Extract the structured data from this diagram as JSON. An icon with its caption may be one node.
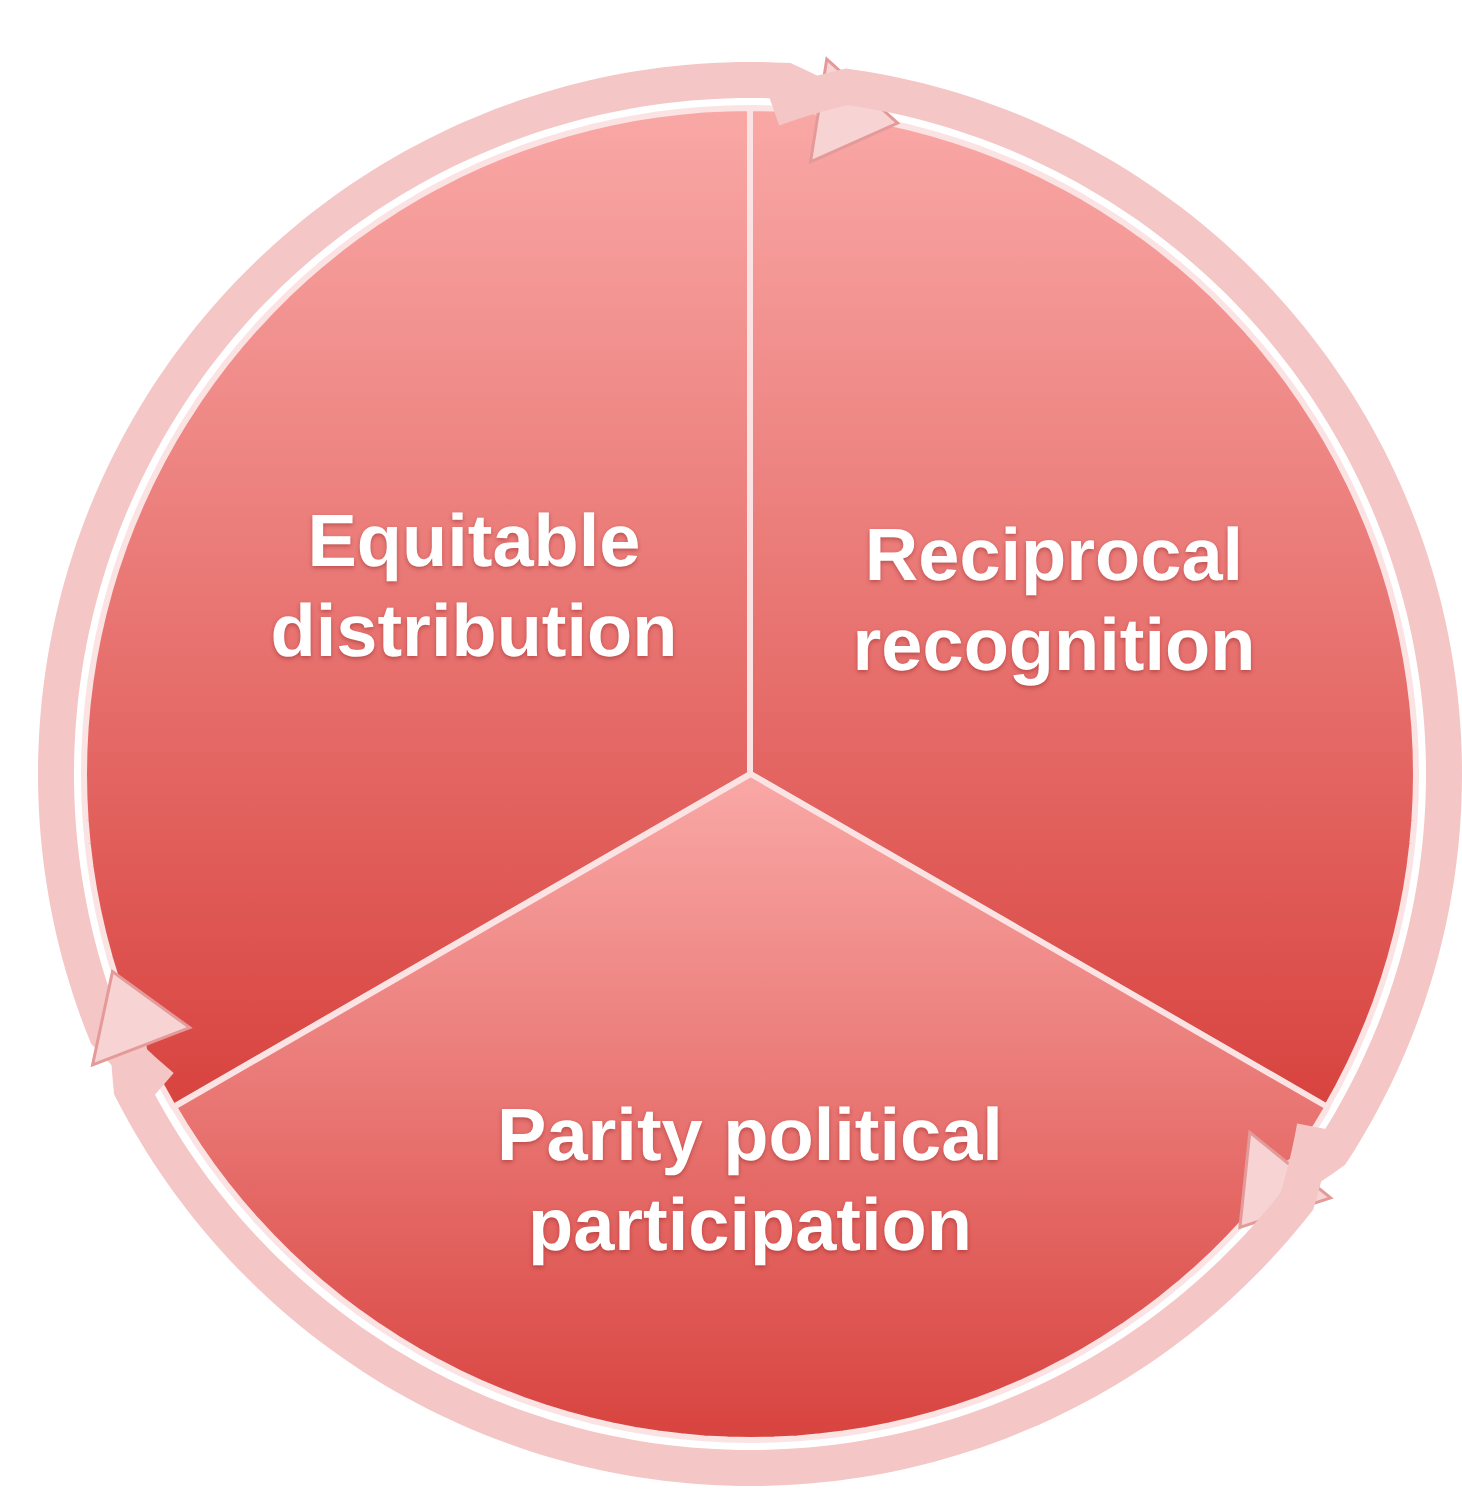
{
  "diagram": {
    "nodes": [
      {
        "text": [
          "Equitable distribution"
        ]
      },
      {
        "text": [
          "Reciprocal recognition"
        ]
      },
      {
        "text": [
          "Parity political participation"
        ]
      }
    ],
    "edges": [
      {
        "from": 0,
        "to": 1,
        "arrow": "to"
      },
      {
        "from": 1,
        "to": 2,
        "arrow": "to"
      },
      {
        "from": 2,
        "to": 0,
        "arrow": "to"
      }
    ]
  }
}
